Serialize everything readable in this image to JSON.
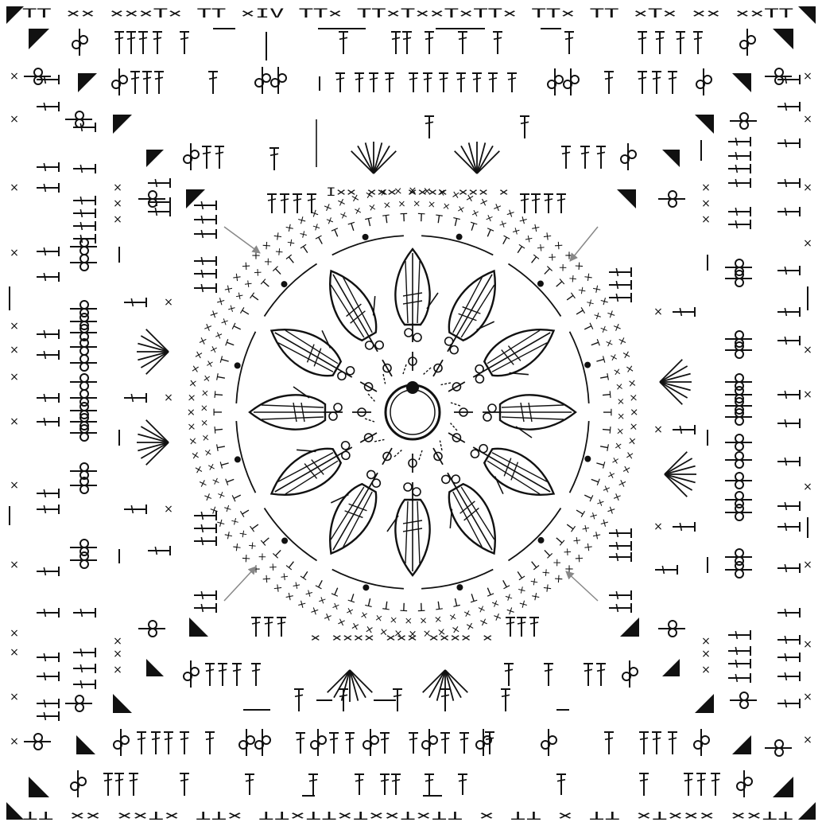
{
  "diagram": {
    "colors": {
      "ink": "#111111",
      "arrow": "#888888",
      "background": "#ffffff"
    },
    "symbols": {
      "chain": "–",
      "single_crochet": "×",
      "half_double_crochet": "T",
      "double_crochet": "†",
      "slip_stitch": "•",
      "increase": "V"
    },
    "rows": {
      "top_outer": "TT ×× ×××T×   TT   ×IV TT× TT×T××T×TT×   TT×  TT   ×T×  ××  ××TT",
      "bottom_outer": "⊥⊥ ××  ××⊥×  ⊥⊥×   ⊥⊥×⊥⊥×⊥××⊥×⊥⊥ ×  ⊥⊥ ×   ⊥⊥  ×⊥××× ××⊥⊥",
      "top_inner": "I×× ××× ×××× ××× ×",
      "bottom_inner": "× ×××× ××× ×××× ×"
    },
    "center_count": 12
  }
}
